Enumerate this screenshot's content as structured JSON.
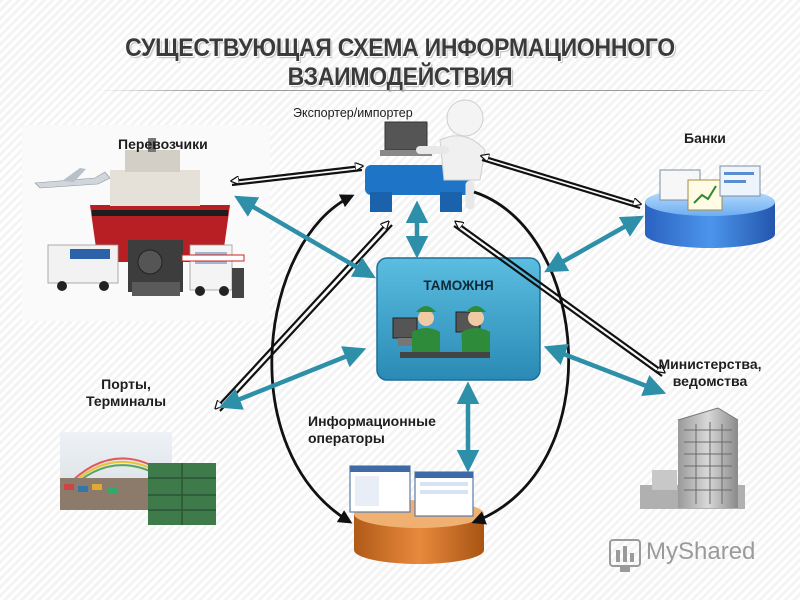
{
  "title": "СУЩЕСТВУЮЩАЯ СХЕМА ИНФОРМАЦИОННОГО ВЗАИМОДЕЙСТВИЯ",
  "nodes": {
    "exporter": "Экспортер/импортер",
    "carriers": "Перевозчики",
    "banks": "Банки",
    "customs": "ТАМОЖНЯ",
    "ports_line1": "Порты,",
    "ports_line2": "Терминалы",
    "ministries_line1": "Министерства,",
    "ministries_line2": "ведомства",
    "info_ops_line1": "Информационные",
    "info_ops_line2": "операторы"
  },
  "watermark": "MyShared",
  "colors": {
    "arrow_blue": "#2e8fa8",
    "customs_box": "#3aa3c7",
    "bank_db": "#3b7fd6",
    "info_db": "#d2742a"
  }
}
